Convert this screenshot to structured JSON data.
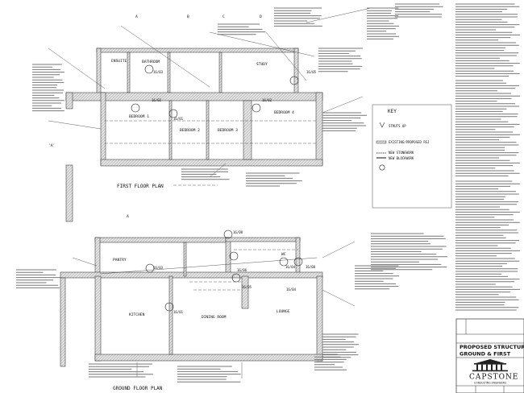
{
  "first_floor": {
    "title": "FIRST FLOOR PLAN",
    "rooms": [
      "ENSUITE",
      "BATHROOM",
      "STUDY",
      "BEDROOM 1",
      "BEDROOM 2",
      "BEDROOM 3",
      "BEDROOM 4"
    ],
    "beam_tags": [
      "16/03",
      "16/02",
      "16/01",
      "16/05",
      "16/02"
    ],
    "section_markers": [
      "A",
      "B",
      "C",
      "D"
    ],
    "section_ref": "'A'"
  },
  "ground_floor": {
    "title": "GROUND FLOOR PLAN",
    "rooms": [
      "PANTRY",
      "KITCHEN",
      "DINING ROOM",
      "LOUNGE",
      "WC"
    ],
    "beam_tags": [
      "16/08",
      "16/03",
      "16/01",
      "16/06",
      "16/04",
      "16/08",
      "16/05",
      "16/04"
    ],
    "section_marker": "A"
  },
  "key": {
    "title": "KEY",
    "items": [
      "STRUTS UP",
      "EXISTING/PROPOSED RSJ",
      "NEW STONEWORK",
      "NEW BLOCKWORK"
    ]
  },
  "title_block": {
    "drawing_title_line1": "PROPOSED STRUCTURE",
    "drawing_title_line2": "GROUND & FIRST",
    "company": "CAPSTONE",
    "company_sub": "CONSULTING ENGINEERS"
  }
}
